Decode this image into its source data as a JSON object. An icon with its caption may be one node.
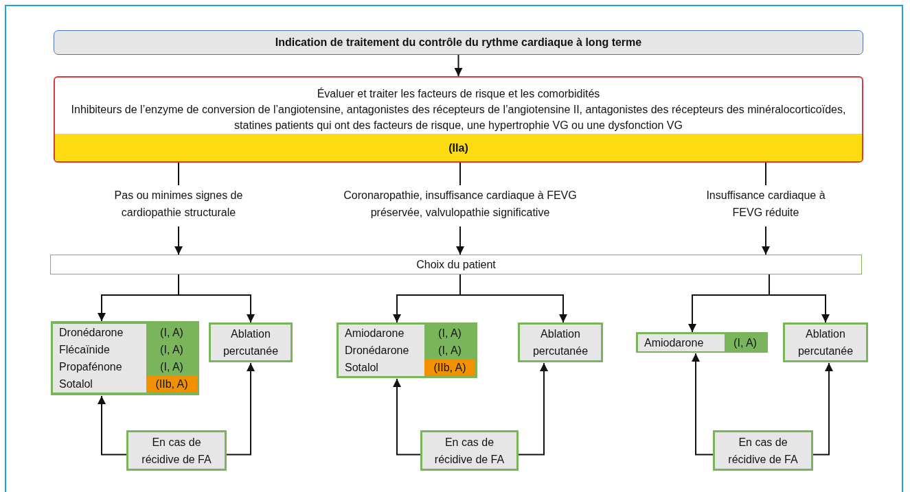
{
  "diagram": {
    "nodes": [
      {
        "text": [
          "Indication de traitement du contrôle du rythme cardiaque à long terme"
        ]
      },
      {
        "text": [
          "Évaluer et traiter les facteurs de risque et les comorbidités",
          "Inhibiteurs de l’enzyme de conversion de l’angiotensine, antagonistes des récepteurs de l’angiotensine II, antagonistes des récepteurs des minéralocorticoïdes, statines patients qui ont des facteurs de risque, une hypertrophie VG ou une dysfonction VG"
        ]
      },
      {
        "text": [
          "(IIa)"
        ],
        "in": 1
      },
      {
        "text": [
          "Pas ou minimes signes de cardiopathie structurale"
        ]
      },
      {
        "text": [
          "Coronaropathie, insuffisance cardiaque à FEVG préservée, valvulopathie significative"
        ]
      },
      {
        "text": [
          "Insuffisance cardiaque à FEVG réduite"
        ]
      },
      {
        "text": [
          "Choix du patient"
        ]
      },
      {
        "text": [],
        "shape": "box"
      },
      {
        "text": [
          "Dronédarone",
          "(I, A)"
        ],
        "in": 7
      },
      {
        "text": [
          "Flécaïnide",
          "(I, A)"
        ],
        "in": 7
      },
      {
        "text": [
          "Propafénone",
          "(I, A)"
        ],
        "in": 7
      },
      {
        "text": [
          "Sotalol",
          "(IIb, A)"
        ],
        "in": 7
      },
      {
        "text": [
          "Ablation percutanée"
        ]
      },
      {
        "text": [
          "En cas de récidive de FA"
        ]
      },
      {
        "text": [],
        "shape": "box"
      },
      {
        "text": [
          "Amiodarone",
          "(I, A)"
        ],
        "in": 14
      },
      {
        "text": [
          "Dronédarone",
          "(I, A)"
        ],
        "in": 14
      },
      {
        "text": [
          "Sotalol",
          "(IIb, A)"
        ],
        "in": 14
      },
      {
        "text": [
          "Ablation percutanée"
        ]
      },
      {
        "text": [
          "En cas de récidive de FA"
        ]
      },
      {
        "text": [],
        "shape": "box"
      },
      {
        "text": [
          "Amiodarone",
          "(I, A)"
        ],
        "in": 20
      },
      {
        "text": [
          "Ablation percutanée"
        ]
      },
      {
        "text": [
          "En cas de récidive de FA"
        ]
      }
    ],
    "edges": [
      {
        "from": 0,
        "to": 1,
        "arrow": "to"
      },
      {
        "from": 1,
        "to": 3,
        "arrow": "none"
      },
      {
        "from": 3,
        "to": 6,
        "arrow": "to"
      },
      {
        "from": 1,
        "to": 4,
        "arrow": "none"
      },
      {
        "from": 4,
        "to": 6,
        "arrow": "to"
      },
      {
        "from": 1,
        "to": 5,
        "arrow": "none"
      },
      {
        "from": 5,
        "to": 6,
        "arrow": "to"
      },
      {
        "from": 6,
        "to": 7,
        "arrow": "to"
      },
      {
        "from": 6,
        "to": 12,
        "arrow": "to"
      },
      {
        "from": 6,
        "to": 14,
        "arrow": "to"
      },
      {
        "from": 6,
        "to": 18,
        "arrow": "to"
      },
      {
        "from": 6,
        "to": 20,
        "arrow": "to"
      },
      {
        "from": 6,
        "to": 22,
        "arrow": "to"
      },
      {
        "from": 13,
        "to": 7,
        "arrow": "to"
      },
      {
        "from": 13,
        "to": 12,
        "arrow": "to"
      },
      {
        "from": 19,
        "to": 14,
        "arrow": "to"
      },
      {
        "from": 19,
        "to": 18,
        "arrow": "to"
      },
      {
        "from": 23,
        "to": 20,
        "arrow": "to"
      },
      {
        "from": 23,
        "to": 22,
        "arrow": "to"
      }
    ]
  }
}
